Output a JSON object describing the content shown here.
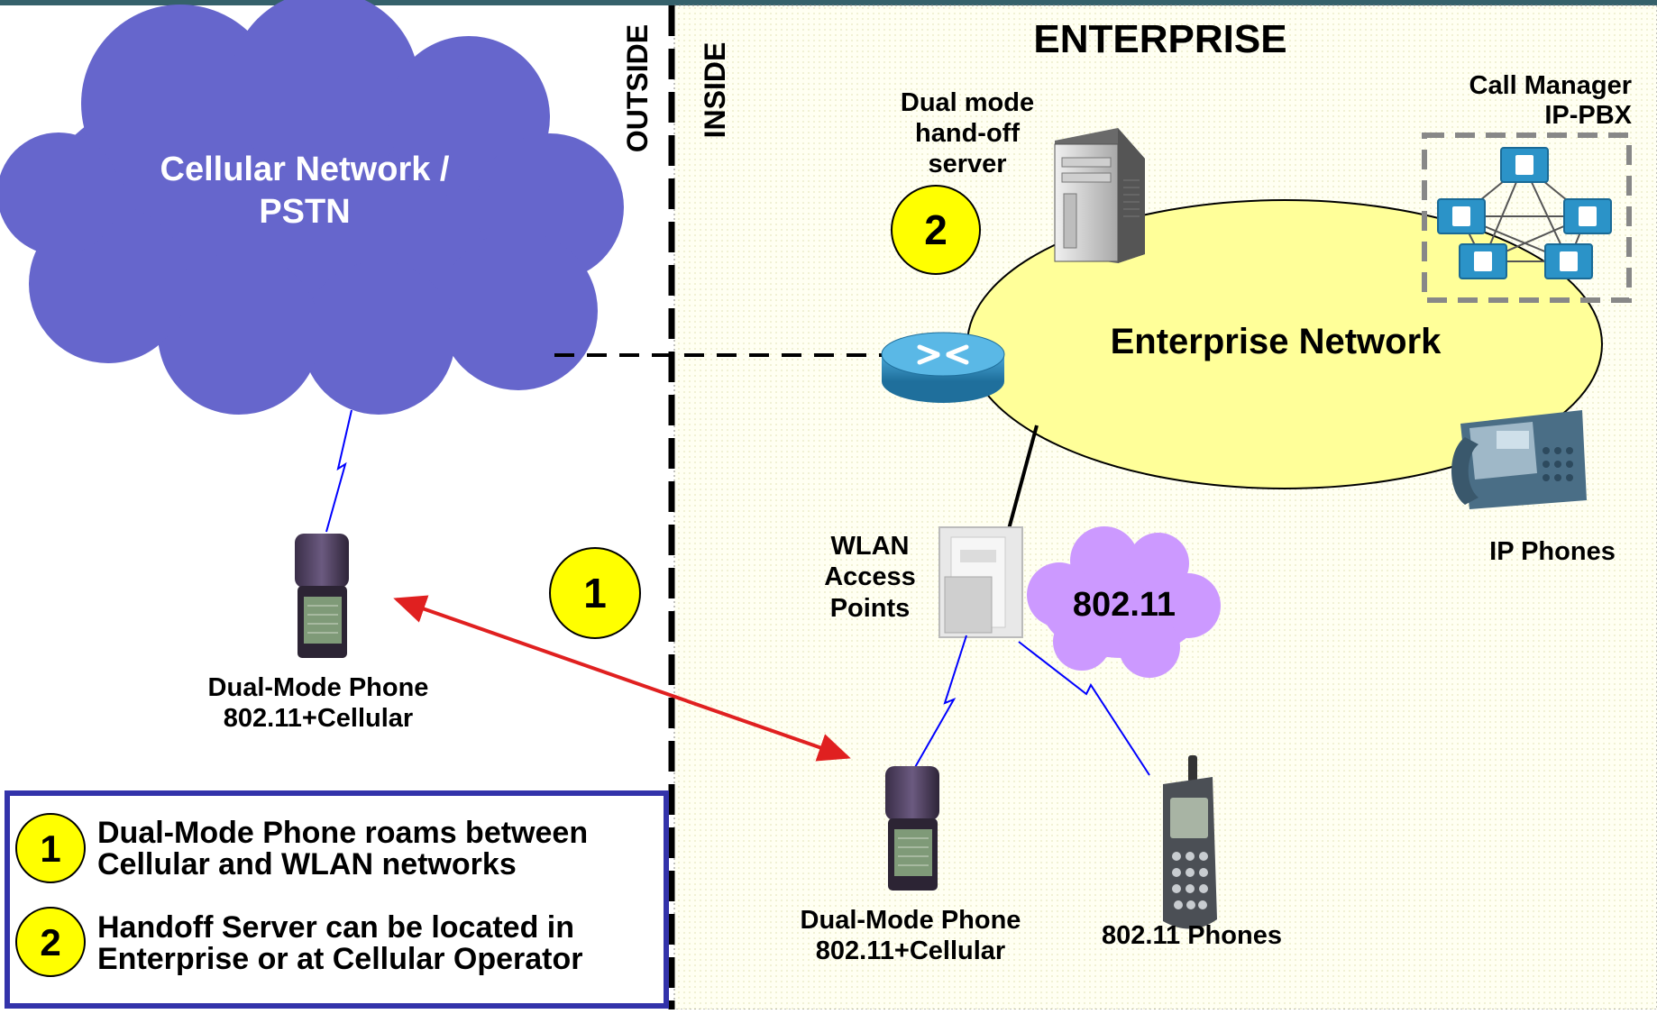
{
  "labels": {
    "enterprise_title": "ENTERPRISE",
    "outside": "OUTSIDE",
    "inside": "INSIDE",
    "cellular_cloud": [
      "Cellular Network /",
      "PSTN"
    ],
    "handoff_server": [
      "Dual mode",
      "hand-off",
      "server"
    ],
    "call_manager": [
      "Call Manager",
      "IP-PBX"
    ],
    "enterprise_network": "Enterprise Network",
    "ip_phones": "IP Phones",
    "wlan_ap": [
      "WLAN",
      "Access",
      "Points"
    ],
    "wifi_cloud": "802.11",
    "dual_mode_phone_outside": [
      "Dual-Mode Phone",
      "802.11+Cellular"
    ],
    "dual_mode_phone_inside": [
      "Dual-Mode Phone",
      "802.11+Cellular"
    ],
    "wifi_phones": "802.11 Phones"
  },
  "markers": {
    "one": "1",
    "two": "2"
  },
  "legend": [
    {
      "marker": "1",
      "text": [
        "Dual-Mode Phone roams between",
        "Cellular and WLAN networks"
      ]
    },
    {
      "marker": "2",
      "text": [
        "Handoff Server can be located in",
        "Enterprise or at Cellular Operator"
      ]
    }
  ],
  "colors": {
    "cloud_blue": "#6666cc",
    "enterprise_bg": "#fffff0",
    "ellipse_yellow": "#ffff99",
    "marker_yellow": "#ffff00",
    "wifi_cloud": "#cc99ff",
    "legend_border": "#3333aa",
    "arrow_red": "#e02020",
    "wireless_blue": "#0000ff",
    "top_bar": "#35616b"
  }
}
